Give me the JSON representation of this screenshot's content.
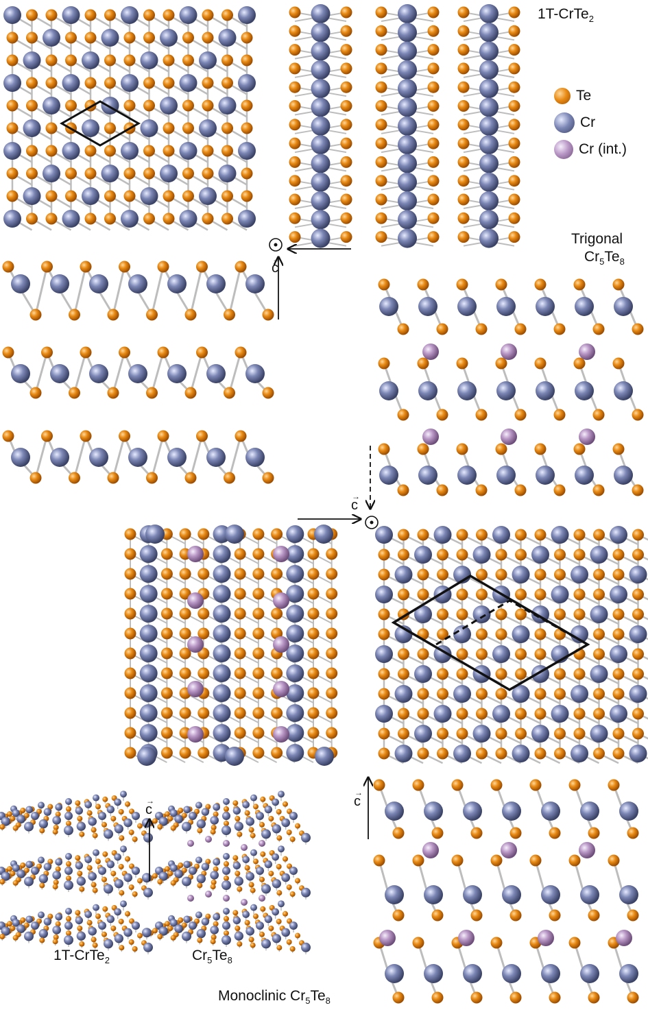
{
  "title_1t": "1T-CrTe",
  "title_1t_sub": "2",
  "legend": [
    {
      "label": "Te",
      "color": "#e07f0e"
    },
    {
      "label": "Cr",
      "color": "#7d87b5"
    },
    {
      "label": "Cr (int.)",
      "color": "#b795c4"
    }
  ],
  "trigonal_label_line1": "Trigonal",
  "trigonal_formula_a": "Cr",
  "trigonal_sub_a": "5",
  "trigonal_formula_b": "Te",
  "trigonal_sub_b": "8",
  "monoclinic_prefix": "Monoclinic Cr",
  "monoclinic_sub_a": "5",
  "monoclinic_formula_b": "Te",
  "monoclinic_sub_b": "8",
  "bottom_left_label_a": "1T-CrTe",
  "bottom_left_label_a_sub": "2",
  "bottom_mid_label_a": "Cr",
  "bottom_mid_sub_a": "5",
  "bottom_mid_label_b": "Te",
  "bottom_mid_sub_b": "8",
  "c_vector": "c",
  "out_of_plane_symbol": "⊙",
  "colors": {
    "te": "#e07f0e",
    "cr": "#7d87b5",
    "cr_int": "#b795c4",
    "bond": "#bdbdbd"
  }
}
